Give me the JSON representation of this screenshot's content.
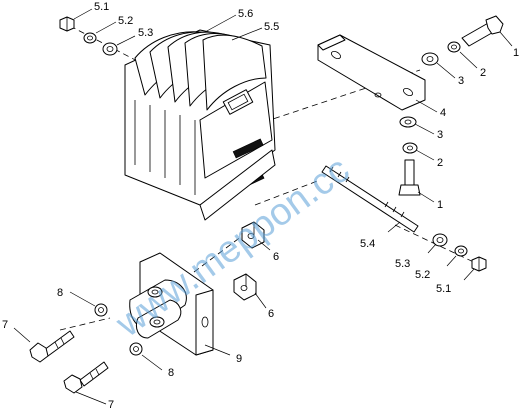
{
  "watermark": "www.meppon.cc",
  "labels": {
    "l_5_1_top": "5.1",
    "l_5_2_top": "5.2",
    "l_5_3_top": "5.3",
    "l_5_6": "5.6",
    "l_5_5": "5.5",
    "l_1_top": "1",
    "l_2_top": "2",
    "l_3_top": "3",
    "l_4": "4",
    "l_3_mid": "3",
    "l_2_mid": "2",
    "l_1_mid": "1",
    "l_5_4": "5.4",
    "l_6_top": "6",
    "l_5_3_bot": "5.3",
    "l_5_2_bot": "5.2",
    "l_5_1_bot": "5.1",
    "l_8_top": "8",
    "l_7_top": "7",
    "l_6_bot": "6",
    "l_9": "9",
    "l_8_bot": "8",
    "l_7_bot": "7"
  }
}
